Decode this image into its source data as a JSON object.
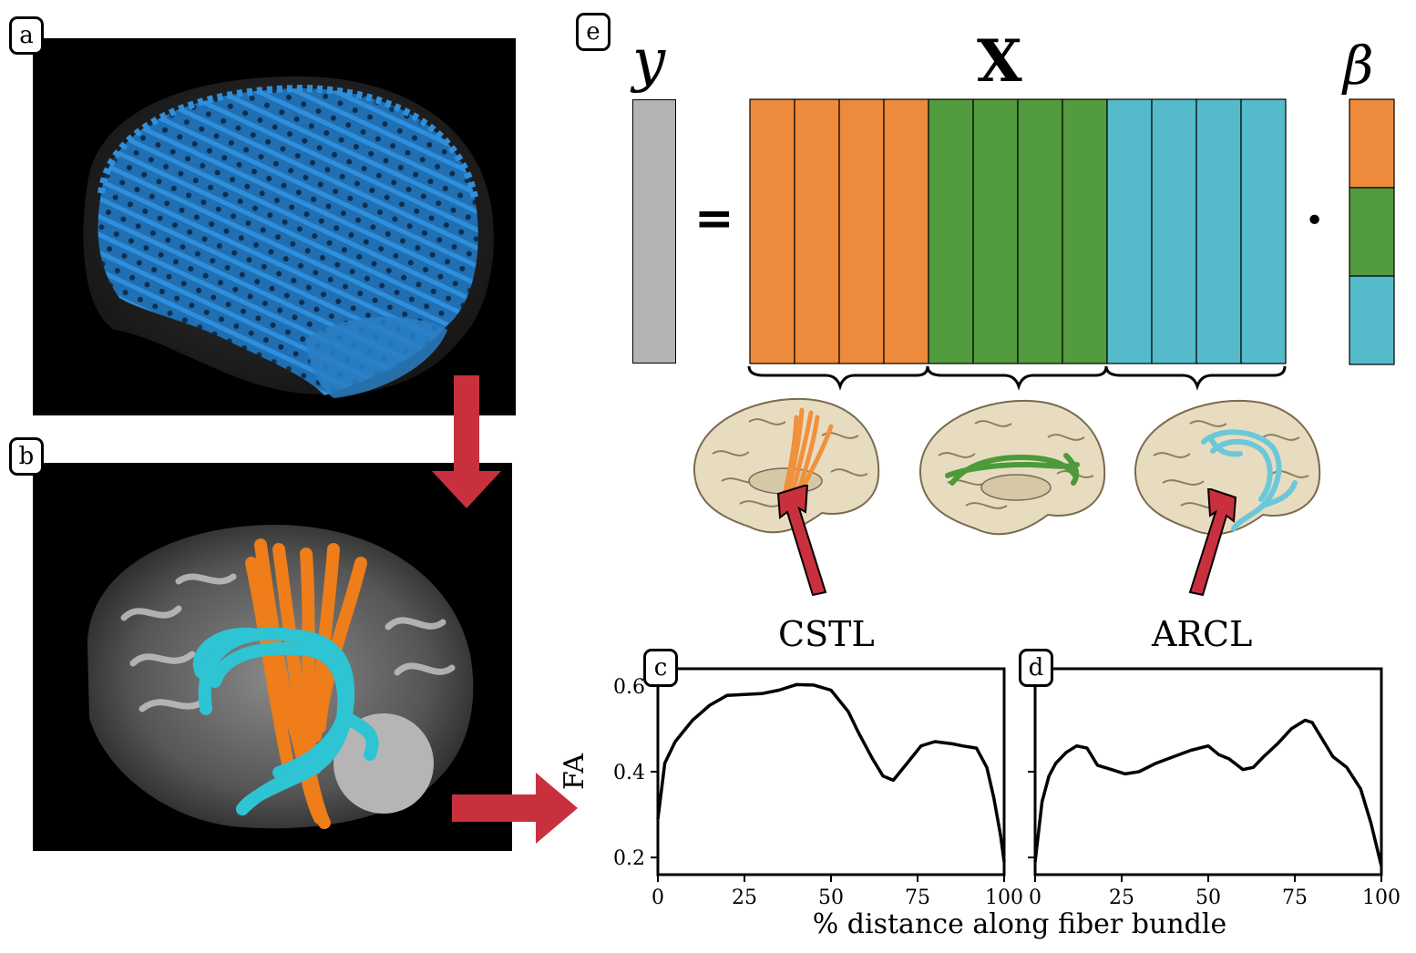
{
  "panels": {
    "a": {
      "label": "a"
    },
    "b": {
      "label": "b"
    },
    "c": {
      "label": "c"
    },
    "d": {
      "label": "d"
    },
    "e": {
      "label": "e"
    }
  },
  "equation": {
    "y_symbol": "y",
    "x_symbol": "X",
    "beta_symbol": "β",
    "equals": "=",
    "dot": "•"
  },
  "colors": {
    "orange": "#ee8a3b",
    "green": "#529b3f",
    "cyan": "#55bbcb",
    "gray": "#b3b3b3",
    "arrow_red": "#c9303e",
    "tract_blue": "#2a7fc4"
  },
  "bundles": {
    "left": "CSTL",
    "right": "ARCL"
  },
  "chart_data": [
    {
      "type": "line",
      "panel": "c",
      "title": "CSTL",
      "xlabel": "% distance along fiber bundle",
      "ylabel": "FA",
      "xlim": [
        0,
        100
      ],
      "ylim": [
        0.16,
        0.64
      ],
      "xticks": [
        "0",
        "25",
        "50",
        "75",
        "100"
      ],
      "yticks": [
        "0.2",
        "0.4",
        "0.6"
      ],
      "x": [
        0,
        2,
        5,
        10,
        15,
        20,
        25,
        30,
        35,
        40,
        45,
        50,
        55,
        58,
        62,
        65,
        68,
        72,
        76,
        80,
        85,
        88,
        92,
        95,
        97,
        99,
        100
      ],
      "y": [
        0.29,
        0.42,
        0.47,
        0.52,
        0.555,
        0.578,
        0.58,
        0.582,
        0.59,
        0.603,
        0.602,
        0.59,
        0.54,
        0.49,
        0.43,
        0.39,
        0.38,
        0.42,
        0.46,
        0.47,
        0.465,
        0.46,
        0.455,
        0.41,
        0.34,
        0.25,
        0.19
      ]
    },
    {
      "type": "line",
      "panel": "d",
      "title": "ARCL",
      "xlabel": "% distance along fiber bundle",
      "ylabel": "",
      "xlim": [
        0,
        100
      ],
      "ylim": [
        0.16,
        0.64
      ],
      "xticks": [
        "0",
        "25",
        "50",
        "75",
        "100"
      ],
      "yticks": [],
      "x": [
        0,
        2,
        4,
        6,
        9,
        12,
        15,
        18,
        22,
        26,
        30,
        35,
        40,
        45,
        50,
        53,
        56,
        60,
        63,
        66,
        70,
        74,
        78,
        80,
        83,
        86,
        90,
        94,
        97,
        100
      ],
      "y": [
        0.19,
        0.33,
        0.39,
        0.42,
        0.445,
        0.46,
        0.455,
        0.415,
        0.405,
        0.395,
        0.4,
        0.42,
        0.435,
        0.45,
        0.46,
        0.44,
        0.43,
        0.405,
        0.41,
        0.435,
        0.465,
        0.5,
        0.52,
        0.515,
        0.475,
        0.435,
        0.41,
        0.36,
        0.28,
        0.18
      ]
    }
  ]
}
